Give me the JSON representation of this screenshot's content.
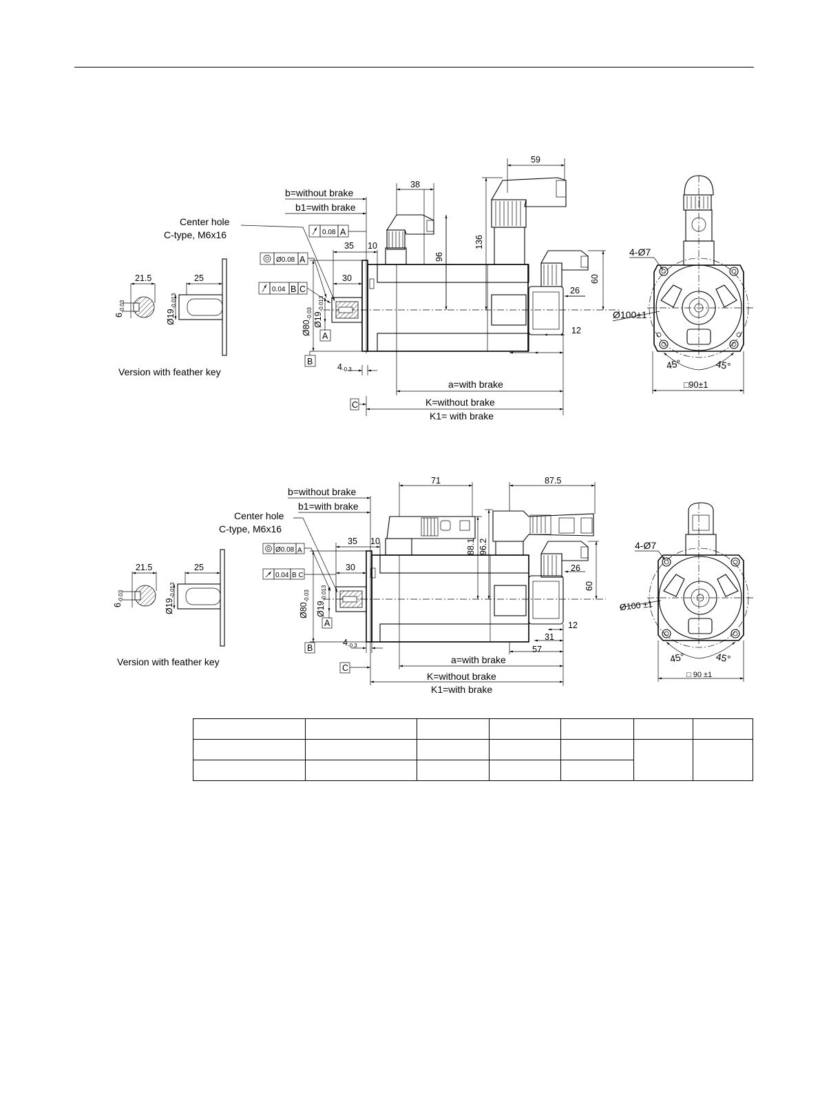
{
  "drawing_top": {
    "labels": {
      "b_without": "b=without brake",
      "b1_with": "b1=with brake",
      "center_hole_1": "Center hole",
      "center_hole_2": "C-type, M6x16",
      "version": "Version with feather key",
      "a_with": "a=with brake",
      "k_without": "K=without brake",
      "k1_with": "K1= with brake"
    },
    "dims": {
      "d59": "59",
      "d38": "38",
      "d136": "136",
      "d96": "96",
      "d35": "35",
      "d10": "10",
      "d30": "30",
      "d60": "60",
      "d26": "26",
      "d12": "12",
      "d21_5": "21.5",
      "d25": "25",
      "key6": "6",
      "key6_tol": "-0.03",
      "dia19": "Ø19",
      "dia19_tol": "-0.013",
      "dia80": "Ø80",
      "dia80_tol": "-0.03",
      "shaft19": "Ø19",
      "shaft19_tol": "-0.013",
      "d4": "4",
      "d4_tol": "-0.3",
      "holes": "4-Ø7",
      "pcd": "Ø100±1",
      "ang1": "45°",
      "ang2": "45°",
      "square": "□90±1"
    },
    "datums": {
      "a": "A",
      "b": "B",
      "c": "C"
    },
    "tolerance_frames": {
      "runout_a": "0.08",
      "runout_a_ref": "A",
      "conc": "Ø0.08",
      "conc_ref": "A",
      "runout_bc": "0.04",
      "runout_bc_ref1": "B",
      "runout_bc_ref2": "C"
    }
  },
  "drawing_bottom": {
    "labels": {
      "b_without": "b=without brake",
      "b1_with": "b1=with brake",
      "center_hole_1": "Center hole",
      "center_hole_2": "C-type, M6x16",
      "version": "Version with feather key",
      "a_with": "a=with brake",
      "k_without": "K=without brake",
      "k1_with": "K1=with brake"
    },
    "dims": {
      "d71": "71",
      "d87_5": "87.5",
      "d88_1": "88.1",
      "d96_2": "96.2",
      "d35": "35",
      "d10": "10",
      "d30": "30",
      "d26": "26",
      "d60": "60",
      "d12": "12",
      "d31": "31",
      "d57": "57",
      "d21_5": "21.5",
      "d25": "25",
      "key6": "6",
      "key6_tol": "-0.03",
      "dia19": "Ø19",
      "dia19_tol": "-0.013",
      "dia80": "Ø80",
      "dia80_tol": "-0.03",
      "shaft19": "Ø19",
      "shaft19_tol": "-0.013",
      "d4": "4",
      "d4_tol": "-0.3",
      "holes": "4-Ø7",
      "pcd": "Ø100 ±1",
      "ang1": "45°",
      "ang2": "45°",
      "square": "□ 90 ±1"
    },
    "datums": {
      "a": "A",
      "b": "B",
      "c": "C"
    },
    "tolerance_frames": {
      "conc": "Ø0.08",
      "conc_ref": "A",
      "runout_bc": "0.04",
      "runout_bc_ref": "B C"
    }
  },
  "table": {
    "rows": 3,
    "cols": 7
  }
}
